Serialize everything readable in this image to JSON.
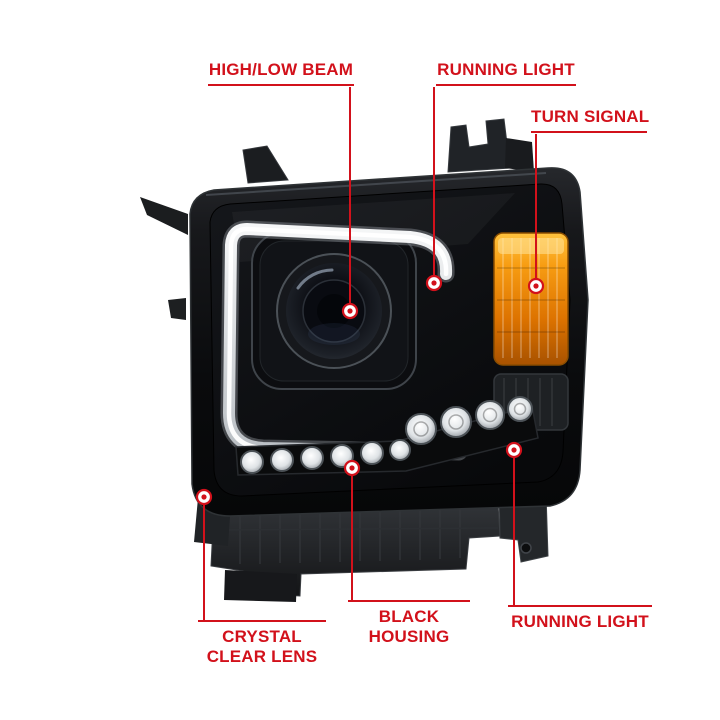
{
  "accent": {
    "callout_red": "#d2111b",
    "marker_fill": "#ffffff"
  },
  "product_colors": {
    "housing_black": "#0b0c0e",
    "turn_signal_amber": "#f08c00",
    "light_bar_white": "#e8eaec",
    "led_white": "#ffffff"
  },
  "callouts": {
    "high_low_beam": {
      "label": "HIGH/LOW BEAM"
    },
    "running_light_top": {
      "label": "RUNNING LIGHT"
    },
    "turn_signal": {
      "label": "TURN SIGNAL"
    },
    "crystal_clear_lens": {
      "line1": "CRYSTAL",
      "line2": "CLEAR LENS"
    },
    "black_housing": {
      "line1": "BLACK",
      "line2": "HOUSING"
    },
    "running_light_bottom": {
      "label": "RUNNING LIGHT"
    }
  }
}
